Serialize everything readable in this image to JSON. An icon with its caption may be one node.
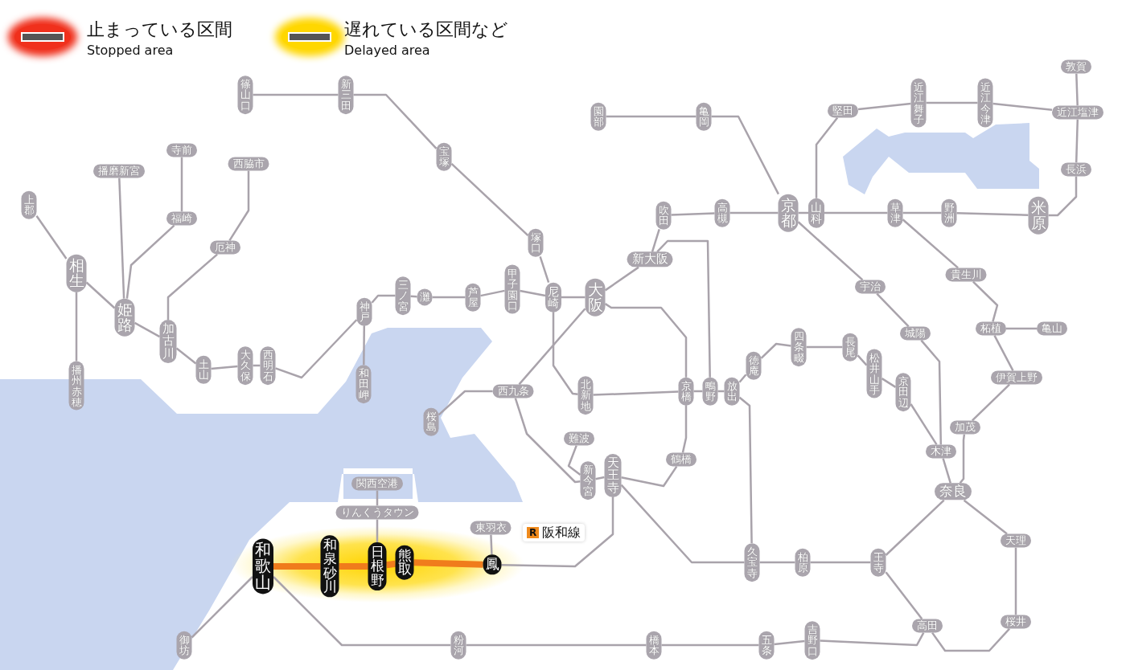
{
  "diagram": {
    "nodes": [
      {
        "text": [
          "篠山口"
        ]
      },
      {
        "text": [
          "新三田"
        ]
      },
      {
        "text": [
          "宝塚"
        ]
      },
      {
        "text": [
          "寺前"
        ]
      },
      {
        "text": [
          "播磨新宮"
        ]
      },
      {
        "text": [
          "西脇市"
        ]
      },
      {
        "text": [
          "上郡"
        ]
      },
      {
        "text": [
          "福崎"
        ]
      },
      {
        "text": [
          "厄神"
        ]
      },
      {
        "text": [
          "相生"
        ]
      },
      {
        "text": [
          "姫路"
        ]
      },
      {
        "text": [
          "加古川"
        ]
      },
      {
        "text": [
          "土山"
        ]
      },
      {
        "text": [
          "大久保"
        ]
      },
      {
        "text": [
          "西明石"
        ]
      },
      {
        "text": [
          "神戸"
        ]
      },
      {
        "text": [
          "和田岬"
        ]
      },
      {
        "text": [
          "播州赤穂"
        ]
      },
      {
        "text": [
          "三ノ宮"
        ]
      },
      {
        "text": [
          "灘"
        ]
      },
      {
        "text": [
          "芦屋"
        ]
      },
      {
        "text": [
          "甲子園口"
        ]
      },
      {
        "text": [
          "尼崎"
        ]
      },
      {
        "text": [
          "塚口"
        ]
      },
      {
        "text": [
          "大阪"
        ]
      },
      {
        "text": [
          "新大阪"
        ]
      },
      {
        "text": [
          "吹田"
        ]
      },
      {
        "text": [
          "高槻"
        ]
      },
      {
        "text": [
          "園部"
        ]
      },
      {
        "text": [
          "亀岡"
        ]
      },
      {
        "text": [
          "京都"
        ]
      },
      {
        "text": [
          "山科"
        ]
      },
      {
        "text": [
          "堅田"
        ]
      },
      {
        "text": [
          "近江舞子"
        ]
      },
      {
        "text": [
          "近江今津"
        ]
      },
      {
        "text": [
          "敦賀"
        ]
      },
      {
        "text": [
          "近江塩津"
        ]
      },
      {
        "text": [
          "長浜"
        ]
      },
      {
        "text": [
          "草津"
        ]
      },
      {
        "text": [
          "野洲"
        ]
      },
      {
        "text": [
          "米原"
        ]
      },
      {
        "text": [
          "宇治"
        ]
      },
      {
        "text": [
          "貴生川"
        ]
      },
      {
        "text": [
          "城陽"
        ]
      },
      {
        "text": [
          "柘植"
        ]
      },
      {
        "text": [
          "亀山"
        ]
      },
      {
        "text": [
          "伊賀上野"
        ]
      },
      {
        "text": [
          "西九条"
        ]
      },
      {
        "text": [
          "桜島"
        ]
      },
      {
        "text": [
          "北新地"
        ]
      },
      {
        "text": [
          "京橋"
        ]
      },
      {
        "text": [
          "鴫野"
        ]
      },
      {
        "text": [
          "放出"
        ]
      },
      {
        "text": [
          "徳庵"
        ]
      },
      {
        "text": [
          "四条畷"
        ]
      },
      {
        "text": [
          "長尾"
        ]
      },
      {
        "text": [
          "松井山手"
        ]
      },
      {
        "text": [
          "京田辺"
        ]
      },
      {
        "text": [
          "加茂"
        ]
      },
      {
        "text": [
          "木津"
        ]
      },
      {
        "text": [
          "奈良"
        ]
      },
      {
        "text": [
          "難波"
        ]
      },
      {
        "text": [
          "新今宮"
        ]
      },
      {
        "text": [
          "天王寺"
        ]
      },
      {
        "text": [
          "鶴橋"
        ]
      },
      {
        "text": [
          "関西空港"
        ]
      },
      {
        "text": [
          "りんくうタウン"
        ]
      },
      {
        "text": [
          "東羽衣"
        ]
      },
      {
        "text": [
          "和歌山"
        ]
      },
      {
        "text": [
          "和泉砂川"
        ]
      },
      {
        "text": [
          "日根野"
        ]
      },
      {
        "text": [
          "熊取"
        ]
      },
      {
        "text": [
          "鳳"
        ]
      },
      {
        "text": [
          "御坊"
        ]
      },
      {
        "text": [
          "粉河"
        ]
      },
      {
        "text": [
          "橋本"
        ]
      },
      {
        "text": [
          "五条"
        ]
      },
      {
        "text": [
          "吉野口"
        ]
      },
      {
        "text": [
          "高田"
        ]
      },
      {
        "text": [
          "天理"
        ]
      },
      {
        "text": [
          "桜井"
        ]
      },
      {
        "text": [
          "久宝寺"
        ]
      },
      {
        "text": [
          "柏原"
        ]
      },
      {
        "text": [
          "王寺"
        ]
      }
    ],
    "edges": [
      {
        "from": 0,
        "to": 1,
        "arrow": "none"
      },
      {
        "from": 1,
        "to": 2,
        "arrow": "none"
      },
      {
        "from": 2,
        "to": 23,
        "arrow": "none"
      },
      {
        "from": 23,
        "to": 22,
        "arrow": "none"
      },
      {
        "from": 3,
        "to": 7,
        "arrow": "none"
      },
      {
        "from": 7,
        "to": 10,
        "arrow": "none"
      },
      {
        "from": 4,
        "to": 10,
        "arrow": "none"
      },
      {
        "from": 5,
        "to": 8,
        "arrow": "none"
      },
      {
        "from": 8,
        "to": 11,
        "arrow": "none"
      },
      {
        "from": 6,
        "to": 9,
        "arrow": "none"
      },
      {
        "from": 9,
        "to": 10,
        "arrow": "none"
      },
      {
        "from": 9,
        "to": 17,
        "arrow": "none"
      },
      {
        "from": 10,
        "to": 11,
        "arrow": "none"
      },
      {
        "from": 11,
        "to": 12,
        "arrow": "none"
      },
      {
        "from": 12,
        "to": 13,
        "arrow": "none"
      },
      {
        "from": 13,
        "to": 14,
        "arrow": "none"
      },
      {
        "from": 14,
        "to": 15,
        "arrow": "none"
      },
      {
        "from": 15,
        "to": 16,
        "arrow": "none"
      },
      {
        "from": 15,
        "to": 18,
        "arrow": "none"
      },
      {
        "from": 18,
        "to": 19,
        "arrow": "none"
      },
      {
        "from": 19,
        "to": 20,
        "arrow": "none"
      },
      {
        "from": 20,
        "to": 21,
        "arrow": "none"
      },
      {
        "from": 21,
        "to": 22,
        "arrow": "none"
      },
      {
        "from": 22,
        "to": 24,
        "arrow": "none"
      },
      {
        "from": 22,
        "to": 49,
        "arrow": "none"
      },
      {
        "from": 24,
        "to": 25,
        "arrow": "none"
      },
      {
        "from": 25,
        "to": 26,
        "arrow": "none"
      },
      {
        "from": 26,
        "to": 27,
        "arrow": "none"
      },
      {
        "from": 27,
        "to": 30,
        "arrow": "none"
      },
      {
        "from": 28,
        "to": 29,
        "arrow": "none"
      },
      {
        "from": 29,
        "to": 30,
        "arrow": "none"
      },
      {
        "from": 30,
        "to": 31,
        "arrow": "none"
      },
      {
        "from": 31,
        "to": 38,
        "arrow": "none"
      },
      {
        "from": 38,
        "to": 39,
        "arrow": "none"
      },
      {
        "from": 39,
        "to": 40,
        "arrow": "none"
      },
      {
        "from": 40,
        "to": 37,
        "arrow": "none"
      },
      {
        "from": 37,
        "to": 36,
        "arrow": "none"
      },
      {
        "from": 36,
        "to": 35,
        "arrow": "none"
      },
      {
        "from": 31,
        "to": 32,
        "arrow": "none"
      },
      {
        "from": 32,
        "to": 33,
        "arrow": "none"
      },
      {
        "from": 33,
        "to": 34,
        "arrow": "none"
      },
      {
        "from": 34,
        "to": 36,
        "arrow": "none"
      },
      {
        "from": 38,
        "to": 42,
        "arrow": "none"
      },
      {
        "from": 42,
        "to": 44,
        "arrow": "none"
      },
      {
        "from": 44,
        "to": 45,
        "arrow": "none"
      },
      {
        "from": 44,
        "to": 46,
        "arrow": "none"
      },
      {
        "from": 46,
        "to": 58,
        "arrow": "none"
      },
      {
        "from": 58,
        "to": 60,
        "arrow": "none"
      },
      {
        "from": 30,
        "to": 41,
        "arrow": "none"
      },
      {
        "from": 41,
        "to": 43,
        "arrow": "none"
      },
      {
        "from": 43,
        "to": 59,
        "arrow": "none"
      },
      {
        "from": 59,
        "to": 60,
        "arrow": "none"
      },
      {
        "from": 24,
        "to": 47,
        "arrow": "none"
      },
      {
        "from": 47,
        "to": 48,
        "arrow": "none"
      },
      {
        "from": 47,
        "to": 62,
        "arrow": "none"
      },
      {
        "from": 62,
        "to": 63,
        "arrow": "none"
      },
      {
        "from": 63,
        "to": 64,
        "arrow": "none"
      },
      {
        "from": 64,
        "to": 50,
        "arrow": "none"
      },
      {
        "from": 50,
        "to": 24,
        "arrow": "none"
      },
      {
        "from": 49,
        "to": 50,
        "arrow": "none"
      },
      {
        "from": 50,
        "to": 51,
        "arrow": "none"
      },
      {
        "from": 51,
        "to": 52,
        "arrow": "none"
      },
      {
        "from": 25,
        "to": 51,
        "arrow": "none"
      },
      {
        "from": 52,
        "to": 53,
        "arrow": "none"
      },
      {
        "from": 53,
        "to": 54,
        "arrow": "none"
      },
      {
        "from": 54,
        "to": 55,
        "arrow": "none"
      },
      {
        "from": 55,
        "to": 56,
        "arrow": "none"
      },
      {
        "from": 56,
        "to": 57,
        "arrow": "none"
      },
      {
        "from": 57,
        "to": 59,
        "arrow": "none"
      },
      {
        "from": 52,
        "to": 81,
        "arrow": "none"
      },
      {
        "from": 63,
        "to": 81,
        "arrow": "none"
      },
      {
        "from": 81,
        "to": 82,
        "arrow": "none"
      },
      {
        "from": 82,
        "to": 83,
        "arrow": "none"
      },
      {
        "from": 83,
        "to": 60,
        "arrow": "none"
      },
      {
        "from": 60,
        "to": 79,
        "arrow": "none"
      },
      {
        "from": 79,
        "to": 80,
        "arrow": "none"
      },
      {
        "from": 80,
        "to": 78,
        "arrow": "none"
      },
      {
        "from": 78,
        "to": 83,
        "arrow": "none"
      },
      {
        "from": 61,
        "to": 62,
        "arrow": "none"
      },
      {
        "from": 63,
        "to": 72,
        "arrow": "none"
      },
      {
        "from": 72,
        "to": 67,
        "arrow": "none"
      },
      {
        "from": 72,
        "to": 71,
        "arrow": "none",
        "style": "thick",
        "color": "#f07c1c"
      },
      {
        "from": 71,
        "to": 70,
        "arrow": "none",
        "style": "thick",
        "color": "#f07c1c"
      },
      {
        "from": 70,
        "to": 69,
        "arrow": "none",
        "style": "thick",
        "color": "#f07c1c"
      },
      {
        "from": 69,
        "to": 68,
        "arrow": "none",
        "style": "thick",
        "color": "#f07c1c"
      },
      {
        "from": 70,
        "to": 66,
        "arrow": "none"
      },
      {
        "from": 66,
        "to": 65,
        "arrow": "none"
      },
      {
        "from": 68,
        "to": 73,
        "arrow": "none"
      },
      {
        "from": 68,
        "to": 74,
        "arrow": "none"
      },
      {
        "from": 74,
        "to": 75,
        "arrow": "none"
      },
      {
        "from": 75,
        "to": 76,
        "arrow": "none"
      },
      {
        "from": 76,
        "to": 77,
        "arrow": "none"
      },
      {
        "from": 77,
        "to": 78,
        "arrow": "none"
      }
    ],
    "labels": [
      "Stopped area",
      "Delayed area",
      "R",
      "阪和線"
    ],
    "legend": [
      {
        "text": "止まっている区間",
        "color": "#f0301c"
      },
      {
        "text": "遅れている区間など",
        "color": "#ffd700"
      }
    ]
  }
}
